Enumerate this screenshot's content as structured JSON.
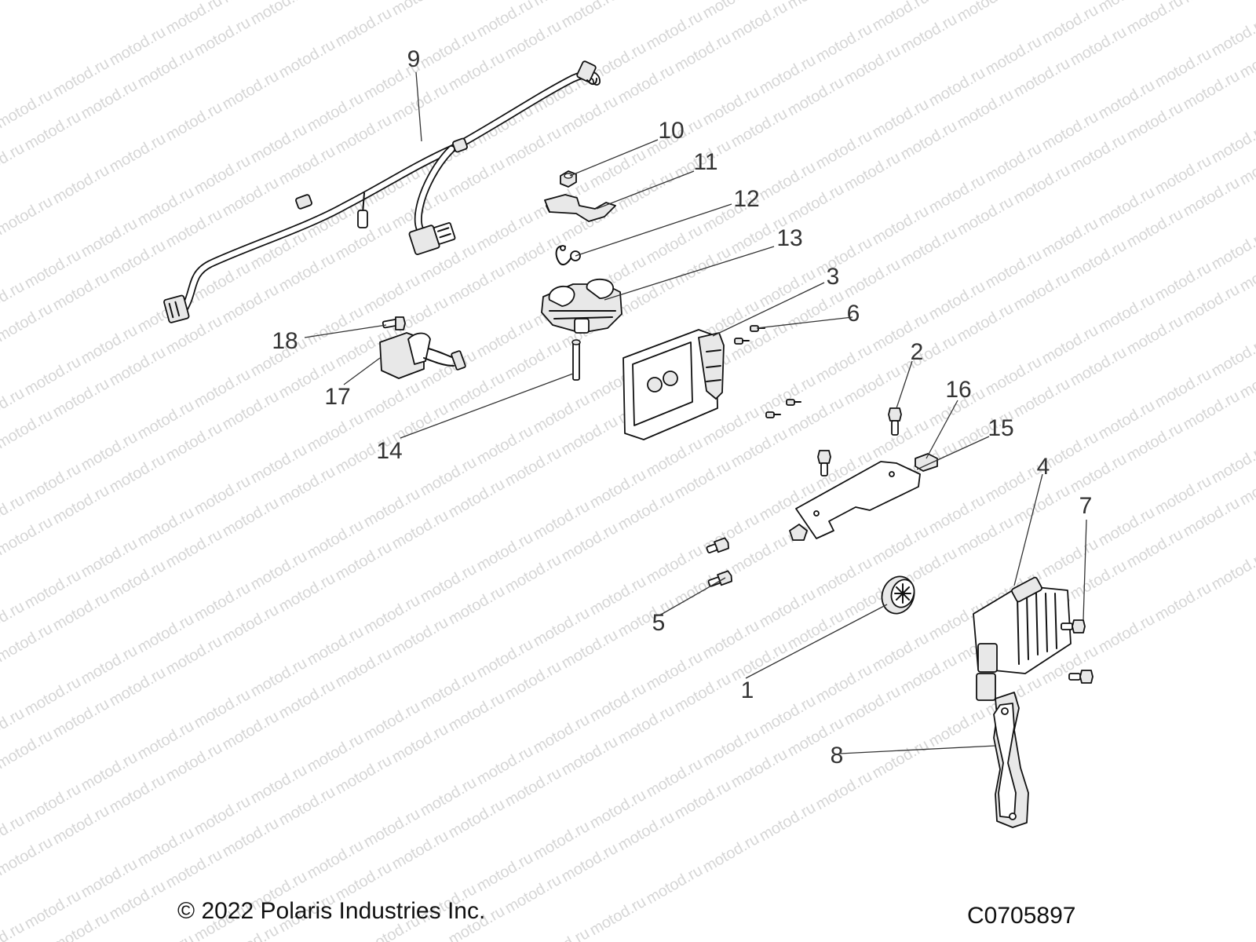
{
  "watermark": {
    "text": "motod.ru",
    "color": "#d6d6d6"
  },
  "callouts": [
    {
      "id": "1",
      "label": "1"
    },
    {
      "id": "2",
      "label": "2"
    },
    {
      "id": "3",
      "label": "3"
    },
    {
      "id": "4",
      "label": "4"
    },
    {
      "id": "5",
      "label": "5"
    },
    {
      "id": "6",
      "label": "6"
    },
    {
      "id": "7",
      "label": "7"
    },
    {
      "id": "8",
      "label": "8"
    },
    {
      "id": "9",
      "label": "9"
    },
    {
      "id": "10",
      "label": "10"
    },
    {
      "id": "11",
      "label": "11"
    },
    {
      "id": "12",
      "label": "12"
    },
    {
      "id": "13",
      "label": "13"
    },
    {
      "id": "14",
      "label": "14"
    },
    {
      "id": "15",
      "label": "15"
    },
    {
      "id": "16",
      "label": "16"
    },
    {
      "id": "17",
      "label": "17"
    },
    {
      "id": "18",
      "label": "18"
    }
  ],
  "footer": {
    "copyright": "© 2022 Polaris Industries Inc.",
    "drawing_code": "C0705897"
  }
}
